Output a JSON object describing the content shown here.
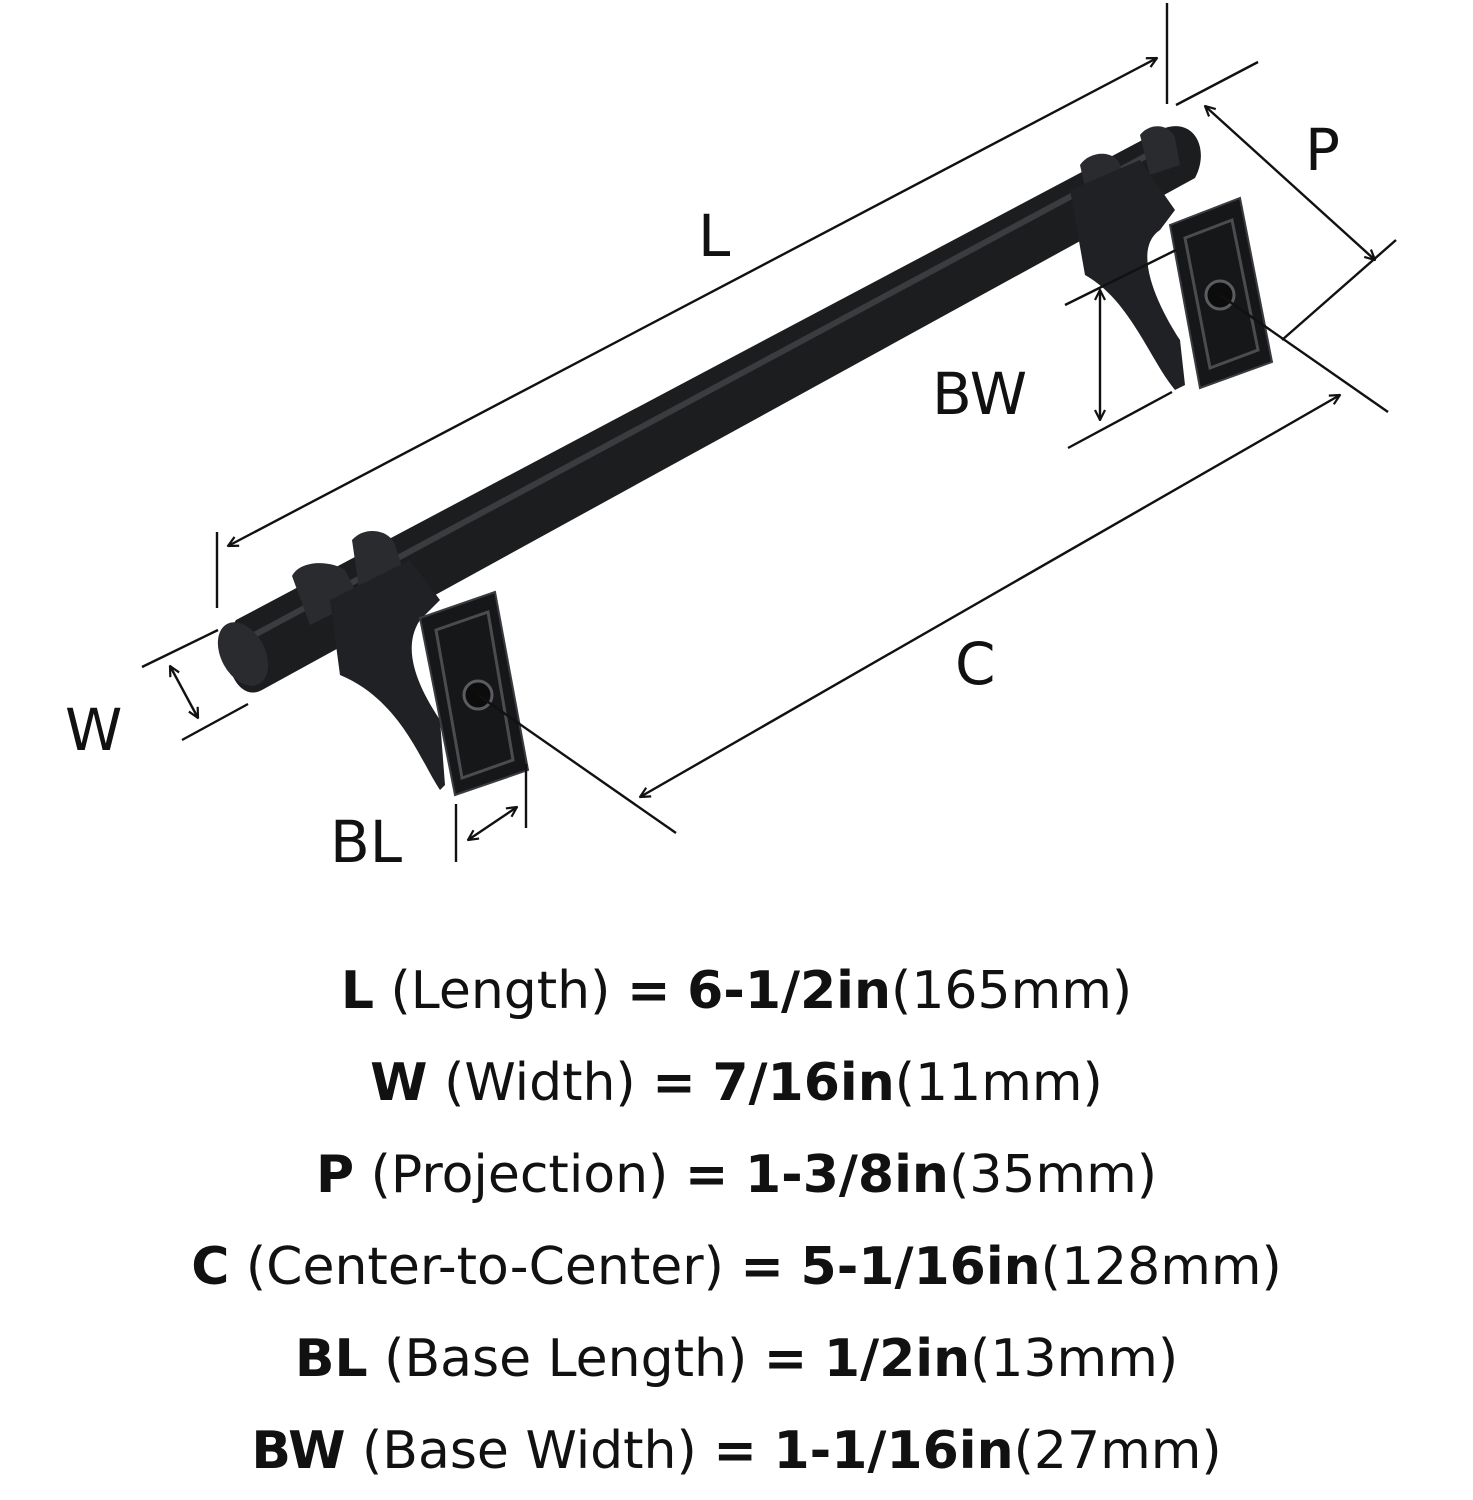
{
  "diagram": {
    "labels": {
      "L": "L",
      "W": "W",
      "P": "P",
      "C": "C",
      "BL": "BL",
      "BW": "BW"
    },
    "colors": {
      "handle": "#1c1d1f",
      "handle_highlight": "#3a3c40",
      "lines": "#111111"
    }
  },
  "specs": [
    {
      "code": "L",
      "name": "(Length)",
      "eq": "=",
      "imperial": "6-1/2in",
      "metric": "(165mm)"
    },
    {
      "code": "W",
      "name": "(Width)",
      "eq": "=",
      "imperial": "7/16in",
      "metric": "(11mm)"
    },
    {
      "code": "P",
      "name": "(Projection)",
      "eq": "=",
      "imperial": "1-3/8in",
      "metric": "(35mm)"
    },
    {
      "code": "C",
      "name": "(Center-to-Center)",
      "eq": "=",
      "imperial": "5-1/16in",
      "metric": "(128mm)"
    },
    {
      "code": "BL",
      "name": "(Base Length)",
      "eq": "=",
      "imperial": "1/2in",
      "metric": "(13mm)"
    },
    {
      "code": "BW",
      "name": "(Base Width)",
      "eq": "=",
      "imperial": "1-1/16in",
      "metric": "(27mm)"
    }
  ]
}
